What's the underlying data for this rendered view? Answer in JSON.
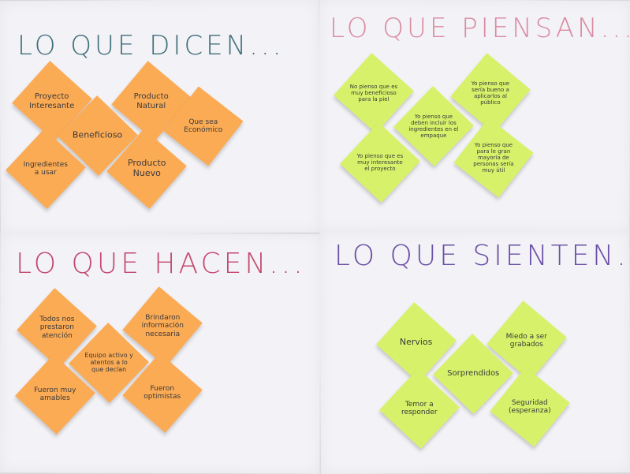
{
  "quadrants": {
    "say": {
      "title": "LO QUE DICEN...",
      "notes": [
        "Proyecto Interesante",
        "Producto Natural",
        "Beneficioso",
        "Que sea Económico",
        "Ingredientes a usar",
        "Producto Nuevo"
      ]
    },
    "think": {
      "title": "LO QUE PIENSAN...",
      "notes": [
        "No pienso que es muy beneficioso para la piel",
        "Yo pienso que sería bueno a aplicarlos al público",
        "Yo pienso que deben incluir los ingredientes en el empaque",
        "Yo pienso que es muy interesante el proyecto",
        "Yo pienso que para le gran mayoría de personas sería muy útil"
      ]
    },
    "do": {
      "title": "LO QUE HACEN...",
      "notes": [
        "Todos nos prestaron atención",
        "Brindaron información necesaria",
        "Equipo activo y atentos a lo que decían",
        "Fueron muy amables",
        "Fueron optimistas"
      ]
    },
    "feel": {
      "title": "LO QUE SIENTEN...",
      "notes": [
        "Nervios",
        "Miedo a ser grabados",
        "Sorprendidos",
        "Temor a responder",
        "Seguridad (esperanza)"
      ]
    }
  },
  "colors": {
    "orange_note": "#fcab55",
    "green_note": "#d7f26a",
    "title_say": "#3f6f7a",
    "title_think": "#d98ba0",
    "title_do": "#c44a6e",
    "title_feel": "#6a4fa6"
  }
}
